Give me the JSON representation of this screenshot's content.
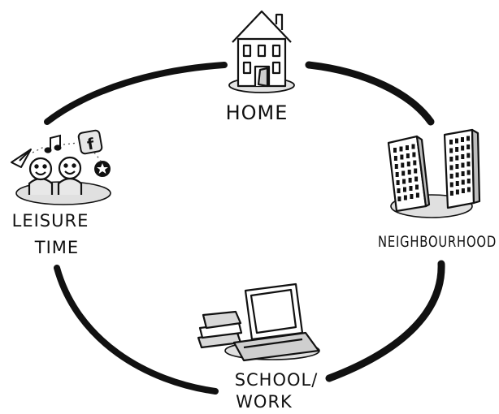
{
  "nodes": {
    "home": {
      "label": "HOME",
      "icon": "house-icon"
    },
    "neighbourhood": {
      "label": "NEIGHBOURHOOD",
      "icon": "apartment-buildings-icon"
    },
    "school_work": {
      "label_line1": "SCHOOL/",
      "label_line2": "WORK",
      "icon": "laptop-and-books-icon"
    },
    "leisure_time": {
      "label_line1": "LEISURE",
      "label_line2": "TIME",
      "icon": "friends-social-media-icon"
    }
  },
  "social_icons": {
    "f_letter": "f"
  },
  "colors": {
    "ink": "#111111",
    "background": "#ffffff"
  }
}
